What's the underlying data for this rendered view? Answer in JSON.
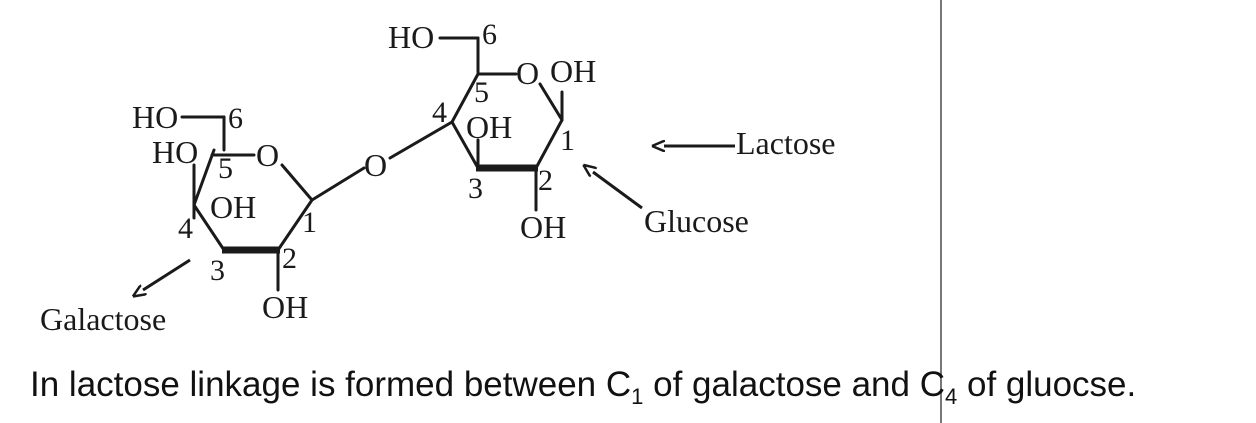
{
  "diagram": {
    "atoms": {
      "ho": "HO",
      "o": "O",
      "oh": "OH",
      "num_1": "1",
      "num_2": "2",
      "num_3": "3",
      "num_4": "4",
      "num_5": "5",
      "num_6": "6"
    },
    "labels": {
      "lactose": "Lactose",
      "glucose": "Glucose",
      "galactose": "Galactose"
    }
  },
  "caption": {
    "part1": "In lactose linkage is formed between C",
    "sub1": "1",
    "part2": " of galactose and C",
    "sub2": "4",
    "part3": " of gluocse."
  }
}
